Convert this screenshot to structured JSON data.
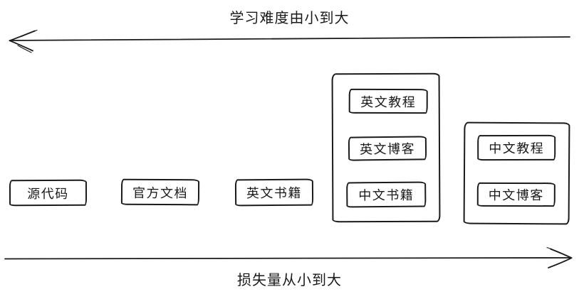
{
  "colors": {
    "stroke": "#1a1a1a",
    "background": "#ffffff",
    "text": "#1a1a1a"
  },
  "axes": {
    "top": {
      "label": "学习难度由小到大",
      "direction": "left"
    },
    "bottom": {
      "label": "损失量从小到大",
      "direction": "right"
    }
  },
  "standalone_boxes": [
    {
      "label": "源代码"
    },
    {
      "label": "官方文档"
    },
    {
      "label": "英文书籍"
    }
  ],
  "groups": [
    {
      "items": [
        {
          "label": "英文教程"
        },
        {
          "label": "英文博客"
        },
        {
          "label": "中文书籍"
        }
      ]
    },
    {
      "items": [
        {
          "label": "中文教程"
        },
        {
          "label": "中文博客"
        }
      ]
    }
  ]
}
